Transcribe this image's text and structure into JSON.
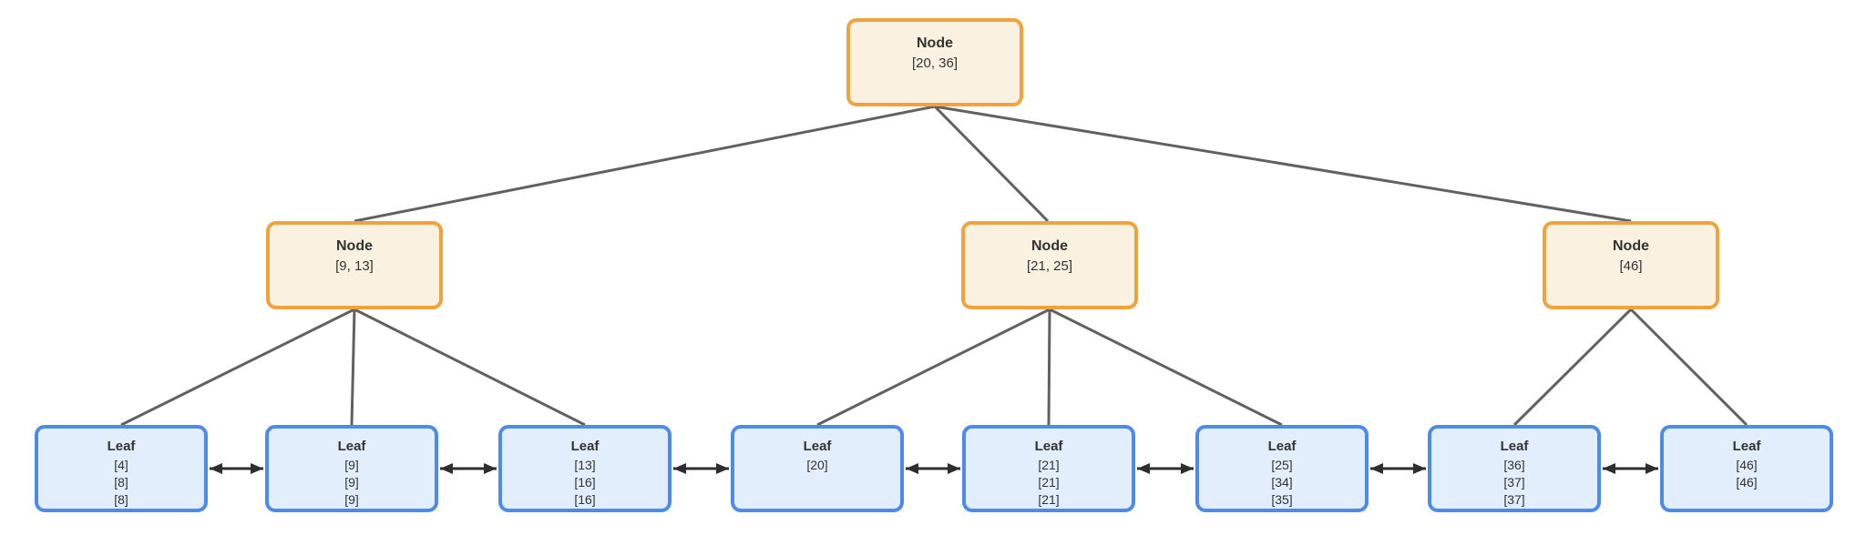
{
  "diagram": {
    "kind": "b-plus-tree",
    "background_color": "#ffffff",
    "colors": {
      "internal_node_fill": "#faf1e1",
      "internal_node_stroke": "#f0a23c",
      "leaf_node_fill": "#e2eefb",
      "leaf_node_stroke": "#4e8be8",
      "tree_edge": "#616161",
      "leaf_link_arrow": "#2e2e2e",
      "text": "#333333"
    },
    "root": {
      "title": "Node",
      "keys": "[20, 36]"
    },
    "internal": [
      {
        "title": "Node",
        "keys": "[9, 13]"
      },
      {
        "title": "Node",
        "keys": "[21, 25]"
      },
      {
        "title": "Node",
        "keys": "[46]"
      }
    ],
    "leaves": [
      {
        "title": "Leaf",
        "values": [
          "[4]",
          "[8]",
          "[8]"
        ]
      },
      {
        "title": "Leaf",
        "values": [
          "[9]",
          "[9]",
          "[9]"
        ]
      },
      {
        "title": "Leaf",
        "values": [
          "[13]",
          "[16]",
          "[16]"
        ]
      },
      {
        "title": "Leaf",
        "values": [
          "[20]"
        ]
      },
      {
        "title": "Leaf",
        "values": [
          "[21]",
          "[21]",
          "[21]"
        ]
      },
      {
        "title": "Leaf",
        "values": [
          "[25]",
          "[34]",
          "[35]"
        ]
      },
      {
        "title": "Leaf",
        "values": [
          "[36]",
          "[37]",
          "[37]"
        ]
      },
      {
        "title": "Leaf",
        "values": [
          "[46]",
          "[46]"
        ]
      }
    ],
    "structure": {
      "root_children": [
        "internal-0",
        "internal-1",
        "internal-2"
      ],
      "internal_children": [
        [
          "leaf-0",
          "leaf-1",
          "leaf-2"
        ],
        [
          "leaf-3",
          "leaf-4",
          "leaf-5"
        ],
        [
          "leaf-6",
          "leaf-7"
        ]
      ],
      "leaf_links": "double-headed arrows between adjacent leaves"
    }
  }
}
